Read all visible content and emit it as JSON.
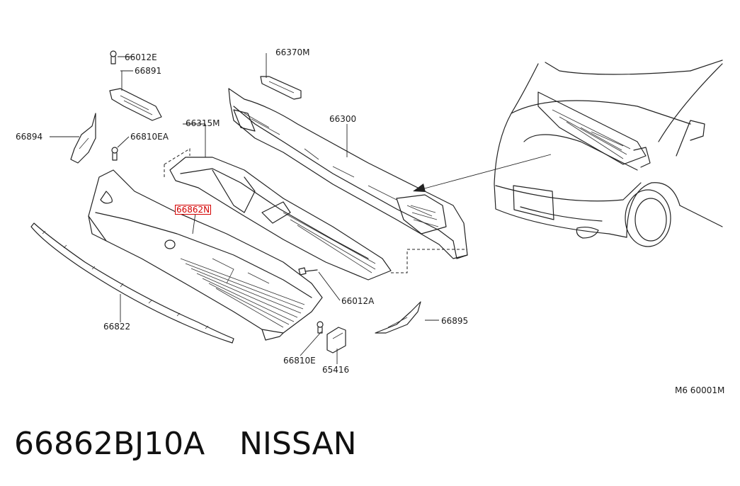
{
  "diagram": {
    "reference_code": "M6 60001M",
    "highlighted_part": "66862N",
    "callouts": {
      "c66012E": "66012E",
      "c66891": "66891",
      "c66894": "66894",
      "c66810EA": "66810EA",
      "c66315M": "66315M",
      "c66370M": "66370M",
      "c66300": "66300",
      "c66822": "66822",
      "c66012A": "66012A",
      "c66895": "66895",
      "c66810E": "66810E",
      "c65416": "65416"
    }
  },
  "footer": {
    "part_number": "66862BJ10A",
    "brand": "NISSAN"
  }
}
